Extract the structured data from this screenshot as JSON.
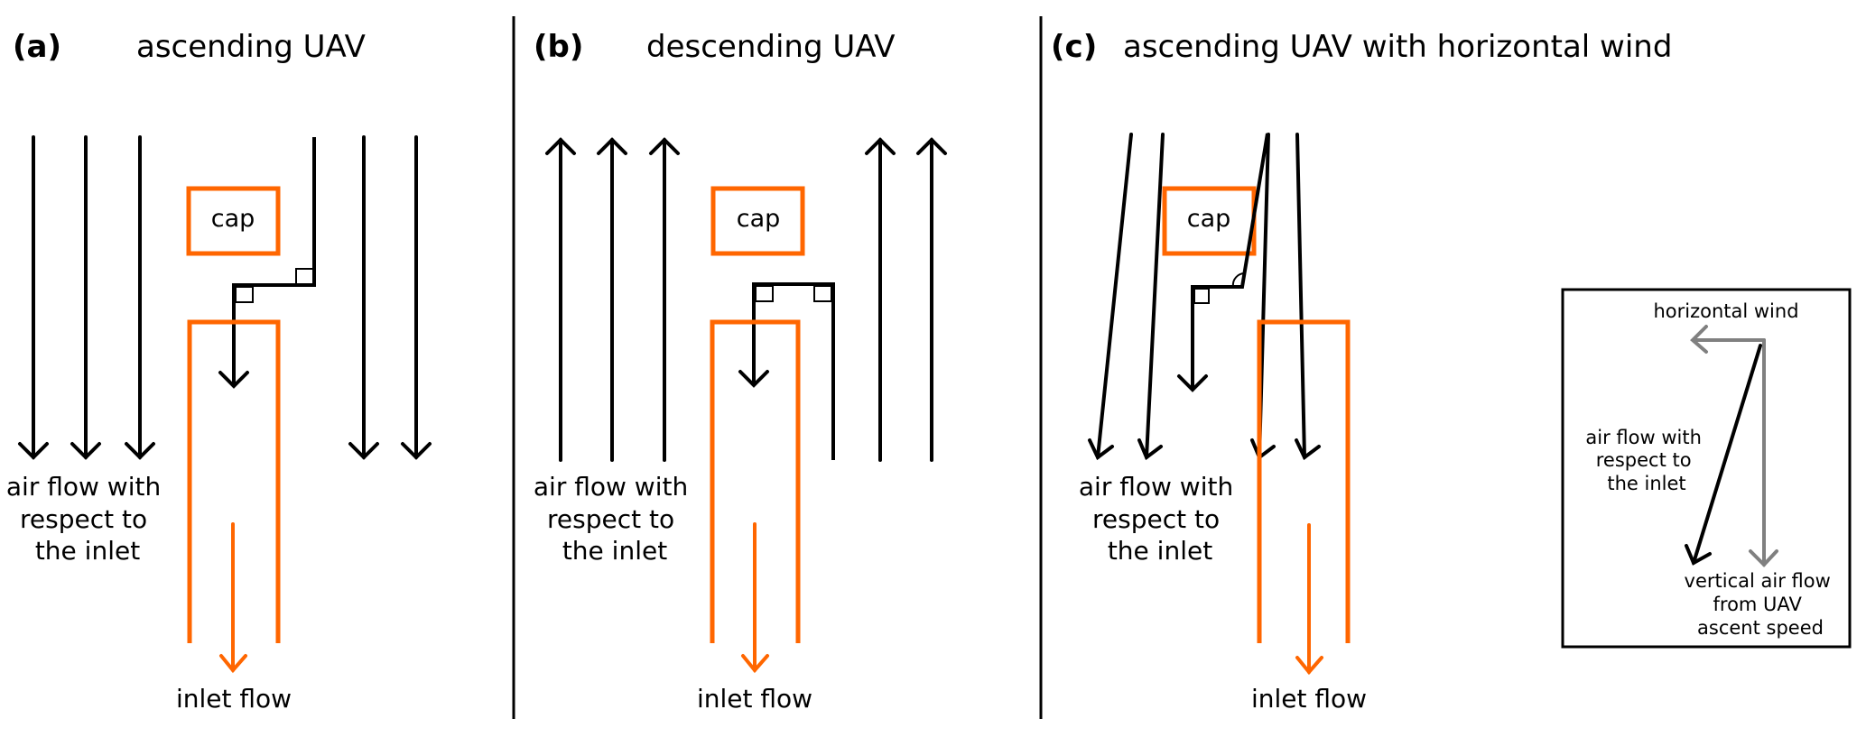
{
  "colors": {
    "orange": "#ff6600",
    "black": "#000000",
    "gray": "#808080"
  },
  "panels": [
    {
      "letter": "(a)",
      "title": "ascending UAV",
      "cap_label": "cap",
      "airflow_label": [
        "air flow with",
        "respect to",
        "the inlet"
      ],
      "inlet_label": "inlet flow",
      "airflow_direction": "down"
    },
    {
      "letter": "(b)",
      "title": "descending UAV",
      "cap_label": "cap",
      "airflow_label": [
        "air flow with",
        "respect to",
        "the inlet"
      ],
      "inlet_label": "inlet flow",
      "airflow_direction": "up"
    },
    {
      "letter": "(c)",
      "title": "ascending UAV with horizontal wind",
      "cap_label": "cap",
      "airflow_label": [
        "air flow with",
        "respect to",
        "the inlet"
      ],
      "inlet_label": "inlet flow",
      "airflow_direction": "down-left"
    }
  ],
  "inset": {
    "horizontal_label": "horizontal wind",
    "resultant_label": [
      "air flow with",
      "respect to",
      "the inlet"
    ],
    "vertical_label": [
      "vertical air flow",
      "from UAV",
      "ascent speed"
    ]
  }
}
